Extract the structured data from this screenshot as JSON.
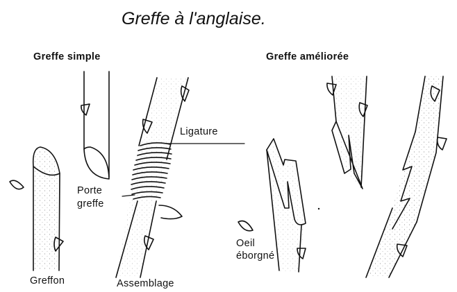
{
  "title": "Greffe à l'anglaise.",
  "sections": {
    "simple": "Greffe simple",
    "amelioree": "Greffe améliorée"
  },
  "labels": {
    "ligature": "Ligature",
    "porte_greffe_1": "Porte",
    "porte_greffe_2": "greffe",
    "greffon": "Greffon",
    "assemblage": "Assemblage",
    "oeil_1": "Oeil",
    "oeil_2": "éborgné"
  },
  "colors": {
    "ink": "#111111",
    "stipple": "#9a9a9a",
    "background": "#ffffff"
  }
}
